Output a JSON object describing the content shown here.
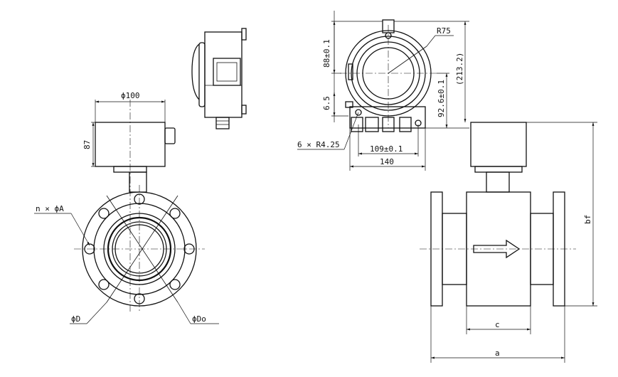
{
  "labels": {
    "d100": "ϕ100",
    "h87": "87",
    "n_phiA": "n × ϕA",
    "phiD": "ϕD",
    "phiDo": "ϕDo",
    "dim88": "88±0.1",
    "dim6_5": "6.5",
    "r75": "R75",
    "dim213": "(213.2)",
    "dim92_6": "92.6±0.1",
    "holes": "6 × R4.25",
    "dim109": "109±0.1",
    "dim140": "140",
    "bf": "bf",
    "c": "c",
    "a": "a"
  }
}
